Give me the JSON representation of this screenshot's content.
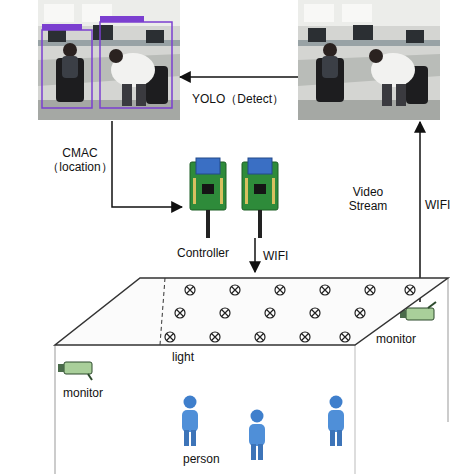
{
  "diagram": {
    "nodes": [
      {
        "text": [
          "Controller"
        ]
      },
      {
        "text": [
          "light"
        ]
      },
      {
        "text": [
          "monitor"
        ],
        "in": 1
      },
      {
        "text": [
          "monitor"
        ],
        "in": 1
      },
      {
        "text": [
          "person"
        ],
        "in": 1
      }
    ],
    "edges": [
      {
        "from": 0,
        "to": 1,
        "label": "WIFI",
        "arrow": "to"
      }
    ],
    "labels": [
      "YOLO（Detect）",
      "CMAC（location）",
      "Video Stream",
      "WIFI"
    ]
  }
}
